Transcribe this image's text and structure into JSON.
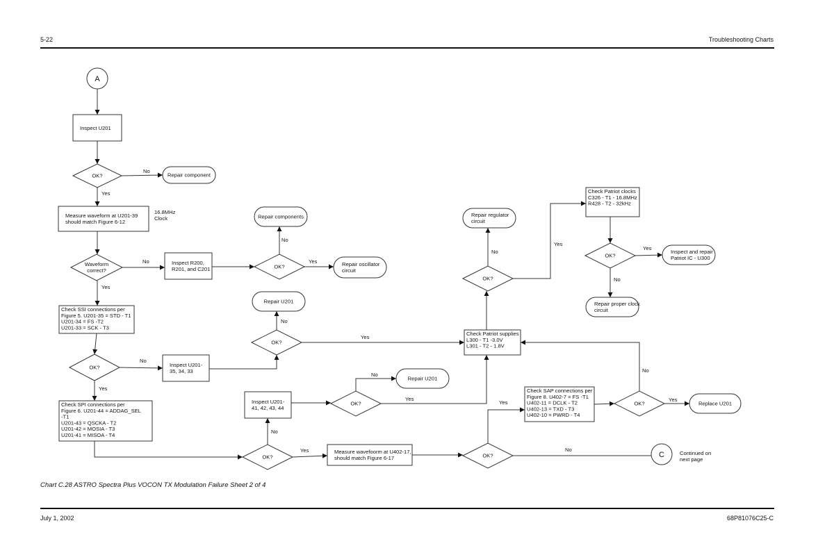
{
  "header": {
    "page_number": "5-22",
    "section": "Troubleshooting Charts"
  },
  "footer": {
    "date": "July 1, 2002",
    "doc_number": "68P81076C25-C"
  },
  "caption": "Chart C.28 ASTRO Spectra Plus VOCON TX Modulation Failure Sheet 2 of 4",
  "flowchart": {
    "nodes": {
      "start": {
        "type": "connector",
        "lines": [
          "A"
        ]
      },
      "inspect_u201": {
        "type": "process",
        "lines": [
          "Inspect U201"
        ]
      },
      "ok1": {
        "type": "decision",
        "lines": [
          "OK?"
        ]
      },
      "repair_component": {
        "type": "terminal",
        "lines": [
          "Repair component"
        ]
      },
      "measure_waveform": {
        "type": "process",
        "lines": [
          "Measure waveform at U201-39",
          "should match Figure 6-12"
        ]
      },
      "clock_note": {
        "type": "note",
        "lines": [
          "16.8MHz",
          "Clock"
        ]
      },
      "waveform_correct": {
        "type": "decision",
        "lines": [
          "Waveform",
          "correct?"
        ]
      },
      "inspect_r200": {
        "type": "process",
        "lines": [
          "Inspect R200,",
          "R201, and C201"
        ]
      },
      "ok2": {
        "type": "decision",
        "lines": [
          "OK?"
        ]
      },
      "repair_components": {
        "type": "terminal",
        "lines": [
          "Repair components"
        ]
      },
      "repair_oscillator": {
        "type": "terminal",
        "lines": [
          "Repair oscillator",
          "circuit"
        ]
      },
      "check_ssi": {
        "type": "process",
        "lines": [
          "Check SSI connections per",
          "Figure 5. U201-35 = STD - T1",
          "U201-34 = FS -T2",
          "U201-33 = SCK - T3"
        ]
      },
      "ok3": {
        "type": "decision",
        "lines": [
          "OK?"
        ]
      },
      "inspect_u201_35": {
        "type": "process",
        "lines": [
          "Inspect U201-",
          "35, 34, 33"
        ]
      },
      "ok4": {
        "type": "decision",
        "lines": [
          "OK?"
        ]
      },
      "repair_u201_a": {
        "type": "terminal",
        "lines": [
          "Repair U201"
        ]
      },
      "check_spi": {
        "type": "process",
        "lines": [
          "Check SPI connections per",
          "Figure 6. U201-44 = ADDAG_SEL",
          "-T1",
          "U201-43 = QSCKA - T2",
          "U201-42 = MOSIA - T3",
          "U201-41 = MISOA - T4"
        ]
      },
      "ok5": {
        "type": "decision",
        "lines": [
          "OK?"
        ]
      },
      "inspect_u201_41": {
        "type": "process",
        "lines": [
          "Inspect U201-",
          "41, 42, 43, 44"
        ]
      },
      "ok6": {
        "type": "decision",
        "lines": [
          "OK?"
        ]
      },
      "repair_u201_b": {
        "type": "terminal",
        "lines": [
          "Repair U201"
        ]
      },
      "measure_u402": {
        "type": "process",
        "lines": [
          "Measure wavefoorm at U402-17,",
          "should match Figure 6-17"
        ]
      },
      "ok7": {
        "type": "decision",
        "lines": [
          "OK?"
        ]
      },
      "connector_c": {
        "type": "connector",
        "lines": [
          "C"
        ]
      },
      "continued_note": {
        "type": "note",
        "lines": [
          "Continued on",
          "next page"
        ]
      },
      "check_patriot_supplies": {
        "type": "process",
        "lines": [
          "Check Patriot supplies",
          "L300 - T1 -3.0V",
          "L301 - T2 - 1.8V"
        ]
      },
      "ok8": {
        "type": "decision",
        "lines": [
          "OK?"
        ]
      },
      "repair_regulator": {
        "type": "terminal",
        "lines": [
          "Repair regulator",
          "circuit"
        ]
      },
      "check_patriot_clocks": {
        "type": "process",
        "lines": [
          "Check Patriot clocks",
          "C326 - T1 - 16.8MHz",
          "R428 - T2 - 32kHz"
        ]
      },
      "ok9": {
        "type": "decision",
        "lines": [
          "OK?"
        ]
      },
      "inspect_patriot": {
        "type": "terminal",
        "lines": [
          "Inspect and repair",
          "Patriot IC - U300"
        ]
      },
      "repair_clock": {
        "type": "terminal",
        "lines": [
          "Repair proper clock",
          "circuit"
        ]
      },
      "check_sap": {
        "type": "process",
        "lines": [
          "Check SAP connections per",
          "Figure 8. U402-7 = FS -T1",
          "U402-11 = DCLK - T2",
          "U402-13 = TXD - T3",
          "U402-10 = PWRD - T4"
        ]
      },
      "ok10": {
        "type": "decision",
        "lines": [
          "OK?"
        ]
      },
      "replace_u201": {
        "type": "terminal",
        "lines": [
          "Replace U201"
        ]
      }
    },
    "edges": [
      {
        "from": "start",
        "to": "inspect_u201",
        "label": ""
      },
      {
        "from": "inspect_u201",
        "to": "ok1",
        "label": ""
      },
      {
        "from": "ok1",
        "to": "repair_component",
        "label": "No"
      },
      {
        "from": "ok1",
        "to": "measure_waveform",
        "label": "Yes"
      },
      {
        "from": "measure_waveform",
        "to": "waveform_correct",
        "label": ""
      },
      {
        "from": "waveform_correct",
        "to": "inspect_r200",
        "label": "No"
      },
      {
        "from": "waveform_correct",
        "to": "check_ssi",
        "label": "Yes"
      },
      {
        "from": "inspect_r200",
        "to": "ok2",
        "label": ""
      },
      {
        "from": "ok2",
        "to": "repair_components",
        "label": "No"
      },
      {
        "from": "ok2",
        "to": "repair_oscillator",
        "label": "Yes"
      },
      {
        "from": "check_ssi",
        "to": "ok3",
        "label": ""
      },
      {
        "from": "ok3",
        "to": "inspect_u201_35",
        "label": "No"
      },
      {
        "from": "ok3",
        "to": "check_spi",
        "label": "Yes"
      },
      {
        "from": "inspect_u201_35",
        "to": "ok4",
        "label": ""
      },
      {
        "from": "ok4",
        "to": "repair_u201_a",
        "label": "No"
      },
      {
        "from": "ok4",
        "to": "check_patriot_supplies",
        "label": "Yes"
      },
      {
        "from": "check_spi",
        "to": "ok5",
        "label": ""
      },
      {
        "from": "ok5",
        "to": "inspect_u201_41",
        "label": "No"
      },
      {
        "from": "ok5",
        "to": "measure_u402",
        "label": "Yes"
      },
      {
        "from": "inspect_u201_41",
        "to": "ok6",
        "label": ""
      },
      {
        "from": "ok6",
        "to": "repair_u201_b",
        "label": "No"
      },
      {
        "from": "ok6",
        "to": "check_patriot_supplies",
        "label": "Yes"
      },
      {
        "from": "measure_u402",
        "to": "ok7",
        "label": ""
      },
      {
        "from": "ok7",
        "to": "connector_c",
        "label": "No"
      },
      {
        "from": "ok7",
        "to": "check_sap",
        "label": "Yes"
      },
      {
        "from": "check_patriot_supplies",
        "to": "ok8",
        "label": ""
      },
      {
        "from": "ok8",
        "to": "repair_regulator",
        "label": "No"
      },
      {
        "from": "ok8",
        "to": "check_patriot_clocks",
        "label": "Yes"
      },
      {
        "from": "check_patriot_clocks",
        "to": "ok9",
        "label": ""
      },
      {
        "from": "ok9",
        "to": "inspect_patriot",
        "label": "Yes"
      },
      {
        "from": "ok9",
        "to": "repair_clock",
        "label": "No"
      },
      {
        "from": "check_sap",
        "to": "ok10",
        "label": ""
      },
      {
        "from": "ok10",
        "to": "replace_u201",
        "label": "Yes"
      },
      {
        "from": "ok10",
        "to": "check_patriot_supplies",
        "label": "No"
      }
    ]
  }
}
